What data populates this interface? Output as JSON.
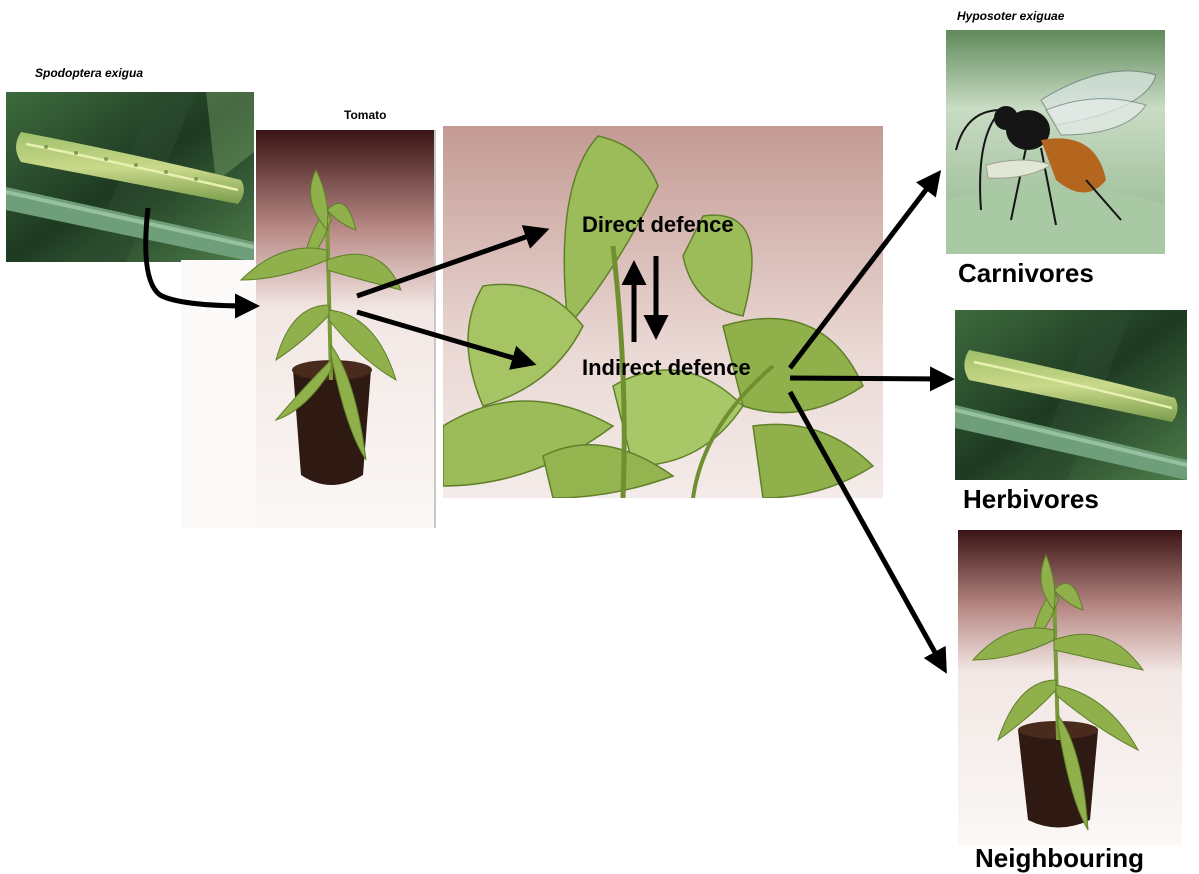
{
  "labels": {
    "spodoptera": "Spodoptera exigua",
    "tomato": "Tomato",
    "hyposoter": "Hyposoter exiguae",
    "direct_defence": "Direct defence",
    "indirect_defence": "Indirect defence",
    "carnivores": "Carnivores",
    "herbivores": "Herbivores",
    "neighbouring": "Neighbouring"
  },
  "colors": {
    "arrow": "#000000",
    "leaf": "#8fb04a",
    "leaf_dark": "#5f7f2a",
    "backdrop_top": "#4a2020",
    "backdrop_bottom": "#f3ece8",
    "caterpillar_bg": "#2f5a32",
    "wasp_bg": "#cfe0c8"
  }
}
